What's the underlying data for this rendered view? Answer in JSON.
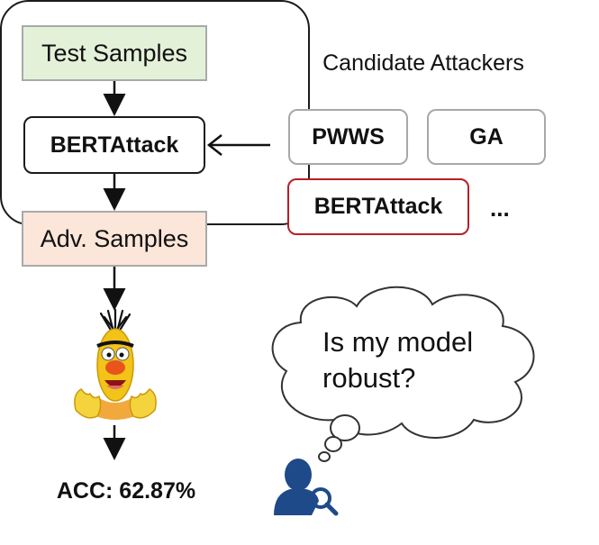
{
  "flow": {
    "test_samples": "Test Samples",
    "attacker": "BERTAttack",
    "adv_samples": "Adv. Samples",
    "accuracy": "ACC: 62.87%"
  },
  "candidates": {
    "title": "Candidate Attackers",
    "items": [
      "PWWS",
      "GA",
      "BERTAttack",
      "..."
    ],
    "selected": "BERTAttack"
  },
  "thought": {
    "text_line1": "Is my model",
    "text_line2": "robust?"
  },
  "icons": {
    "model": "bert-puppet-icon",
    "user": "user-search-icon"
  },
  "colors": {
    "test_samples_fill": "#e3f1d9",
    "adv_samples_fill": "#fbe6d9",
    "selected_border": "#b81f24",
    "user_icon": "#1f4a8a"
  }
}
